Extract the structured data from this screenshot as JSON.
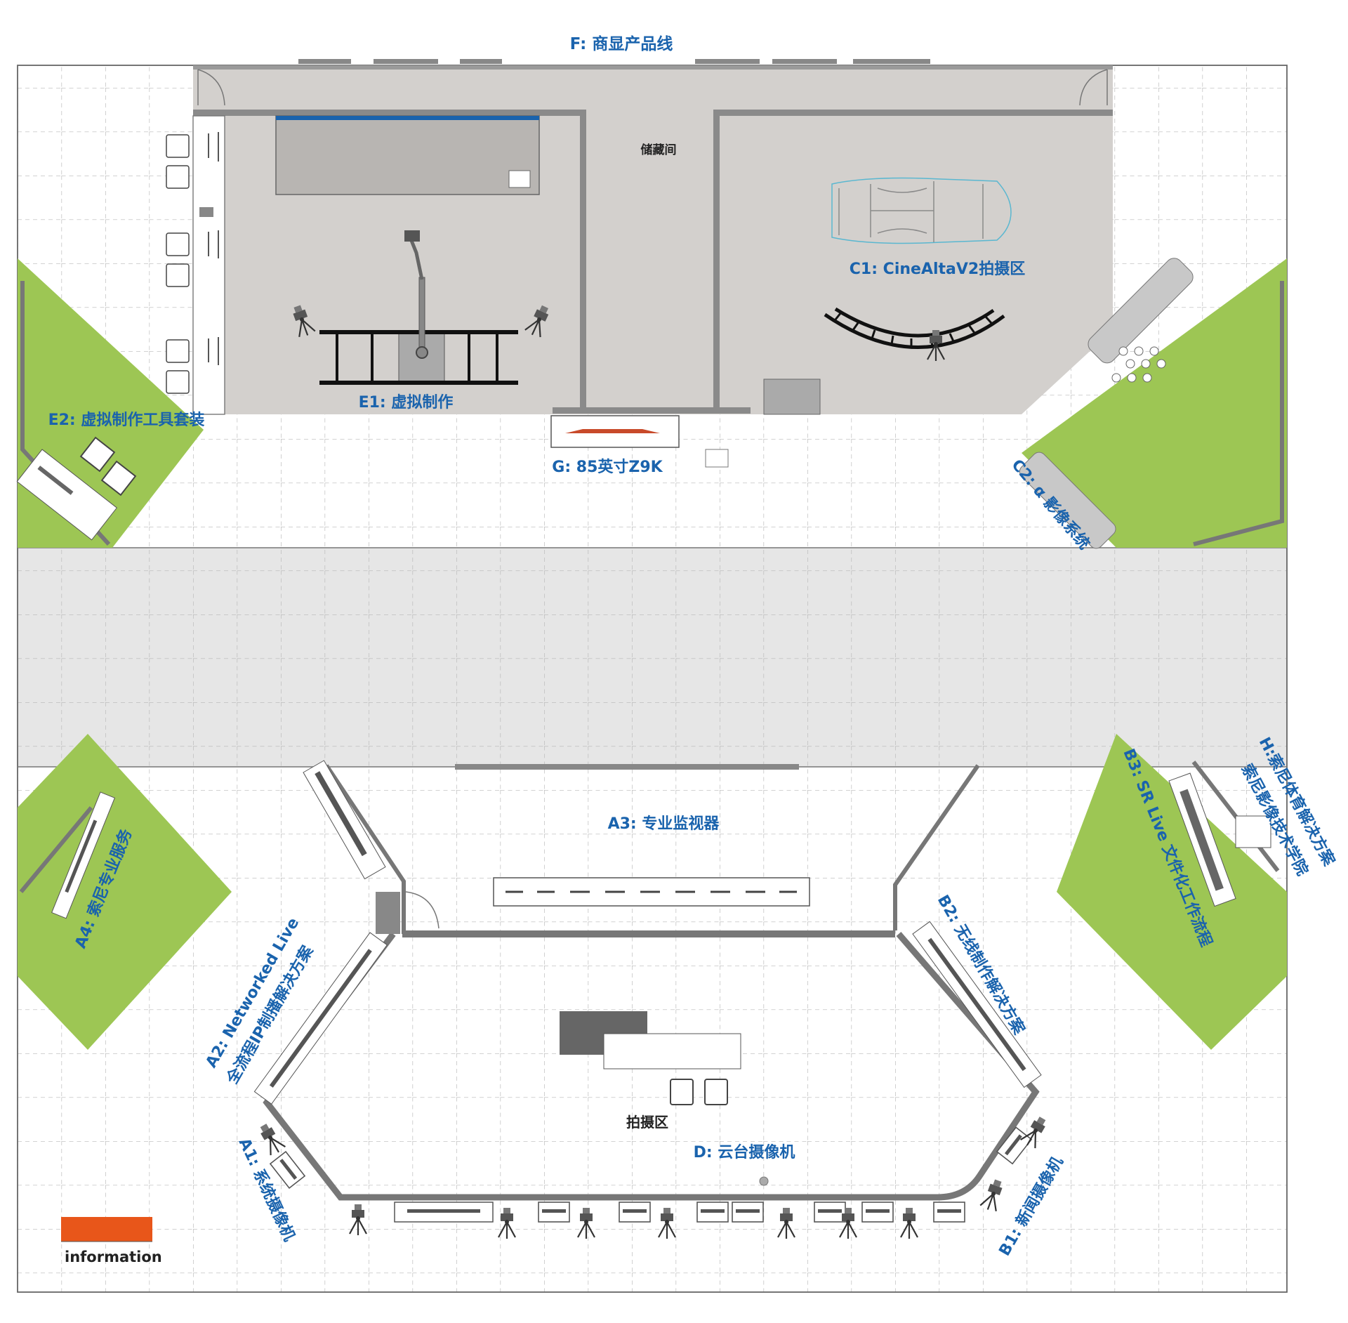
{
  "title_top": "F: 商显产品线",
  "colors": {
    "floor_line": "#bdbdbd",
    "room_gray": "#d3d0cd",
    "wall": "#8a8a8a",
    "grass": "#9dc654",
    "label_blue": "#1a63ad",
    "info_orange": "#e8561a"
  },
  "rooms": {
    "storage": "储藏间",
    "shoot_area": "拍摄区"
  },
  "zones": {
    "e1": "E1: 虚拟制作",
    "e2": "E2: 虚拟制作工具套装",
    "c1": "C1: CineAltaV2拍摄区",
    "c2": "C2: α 影像系统",
    "g": "G: 85英寸Z9K",
    "a3": "A3: 专业监视器",
    "a4": "A4: 索尼专业服务",
    "a2_line1": "A2: Networked Live",
    "a2_line2": "全流程IP制播解决方案",
    "a1": "A1: 系统摄像机",
    "d": "D: 云台摄像机",
    "b1": "B1: 新闻摄像机",
    "b2": "B2: 无线制作解决方案",
    "b3": "B3: SR Live 文件化工作流程",
    "h_line1": "H:索尼体育解决方案",
    "h_line2": "索尼影像技术学院"
  },
  "info": {
    "label": "information"
  }
}
